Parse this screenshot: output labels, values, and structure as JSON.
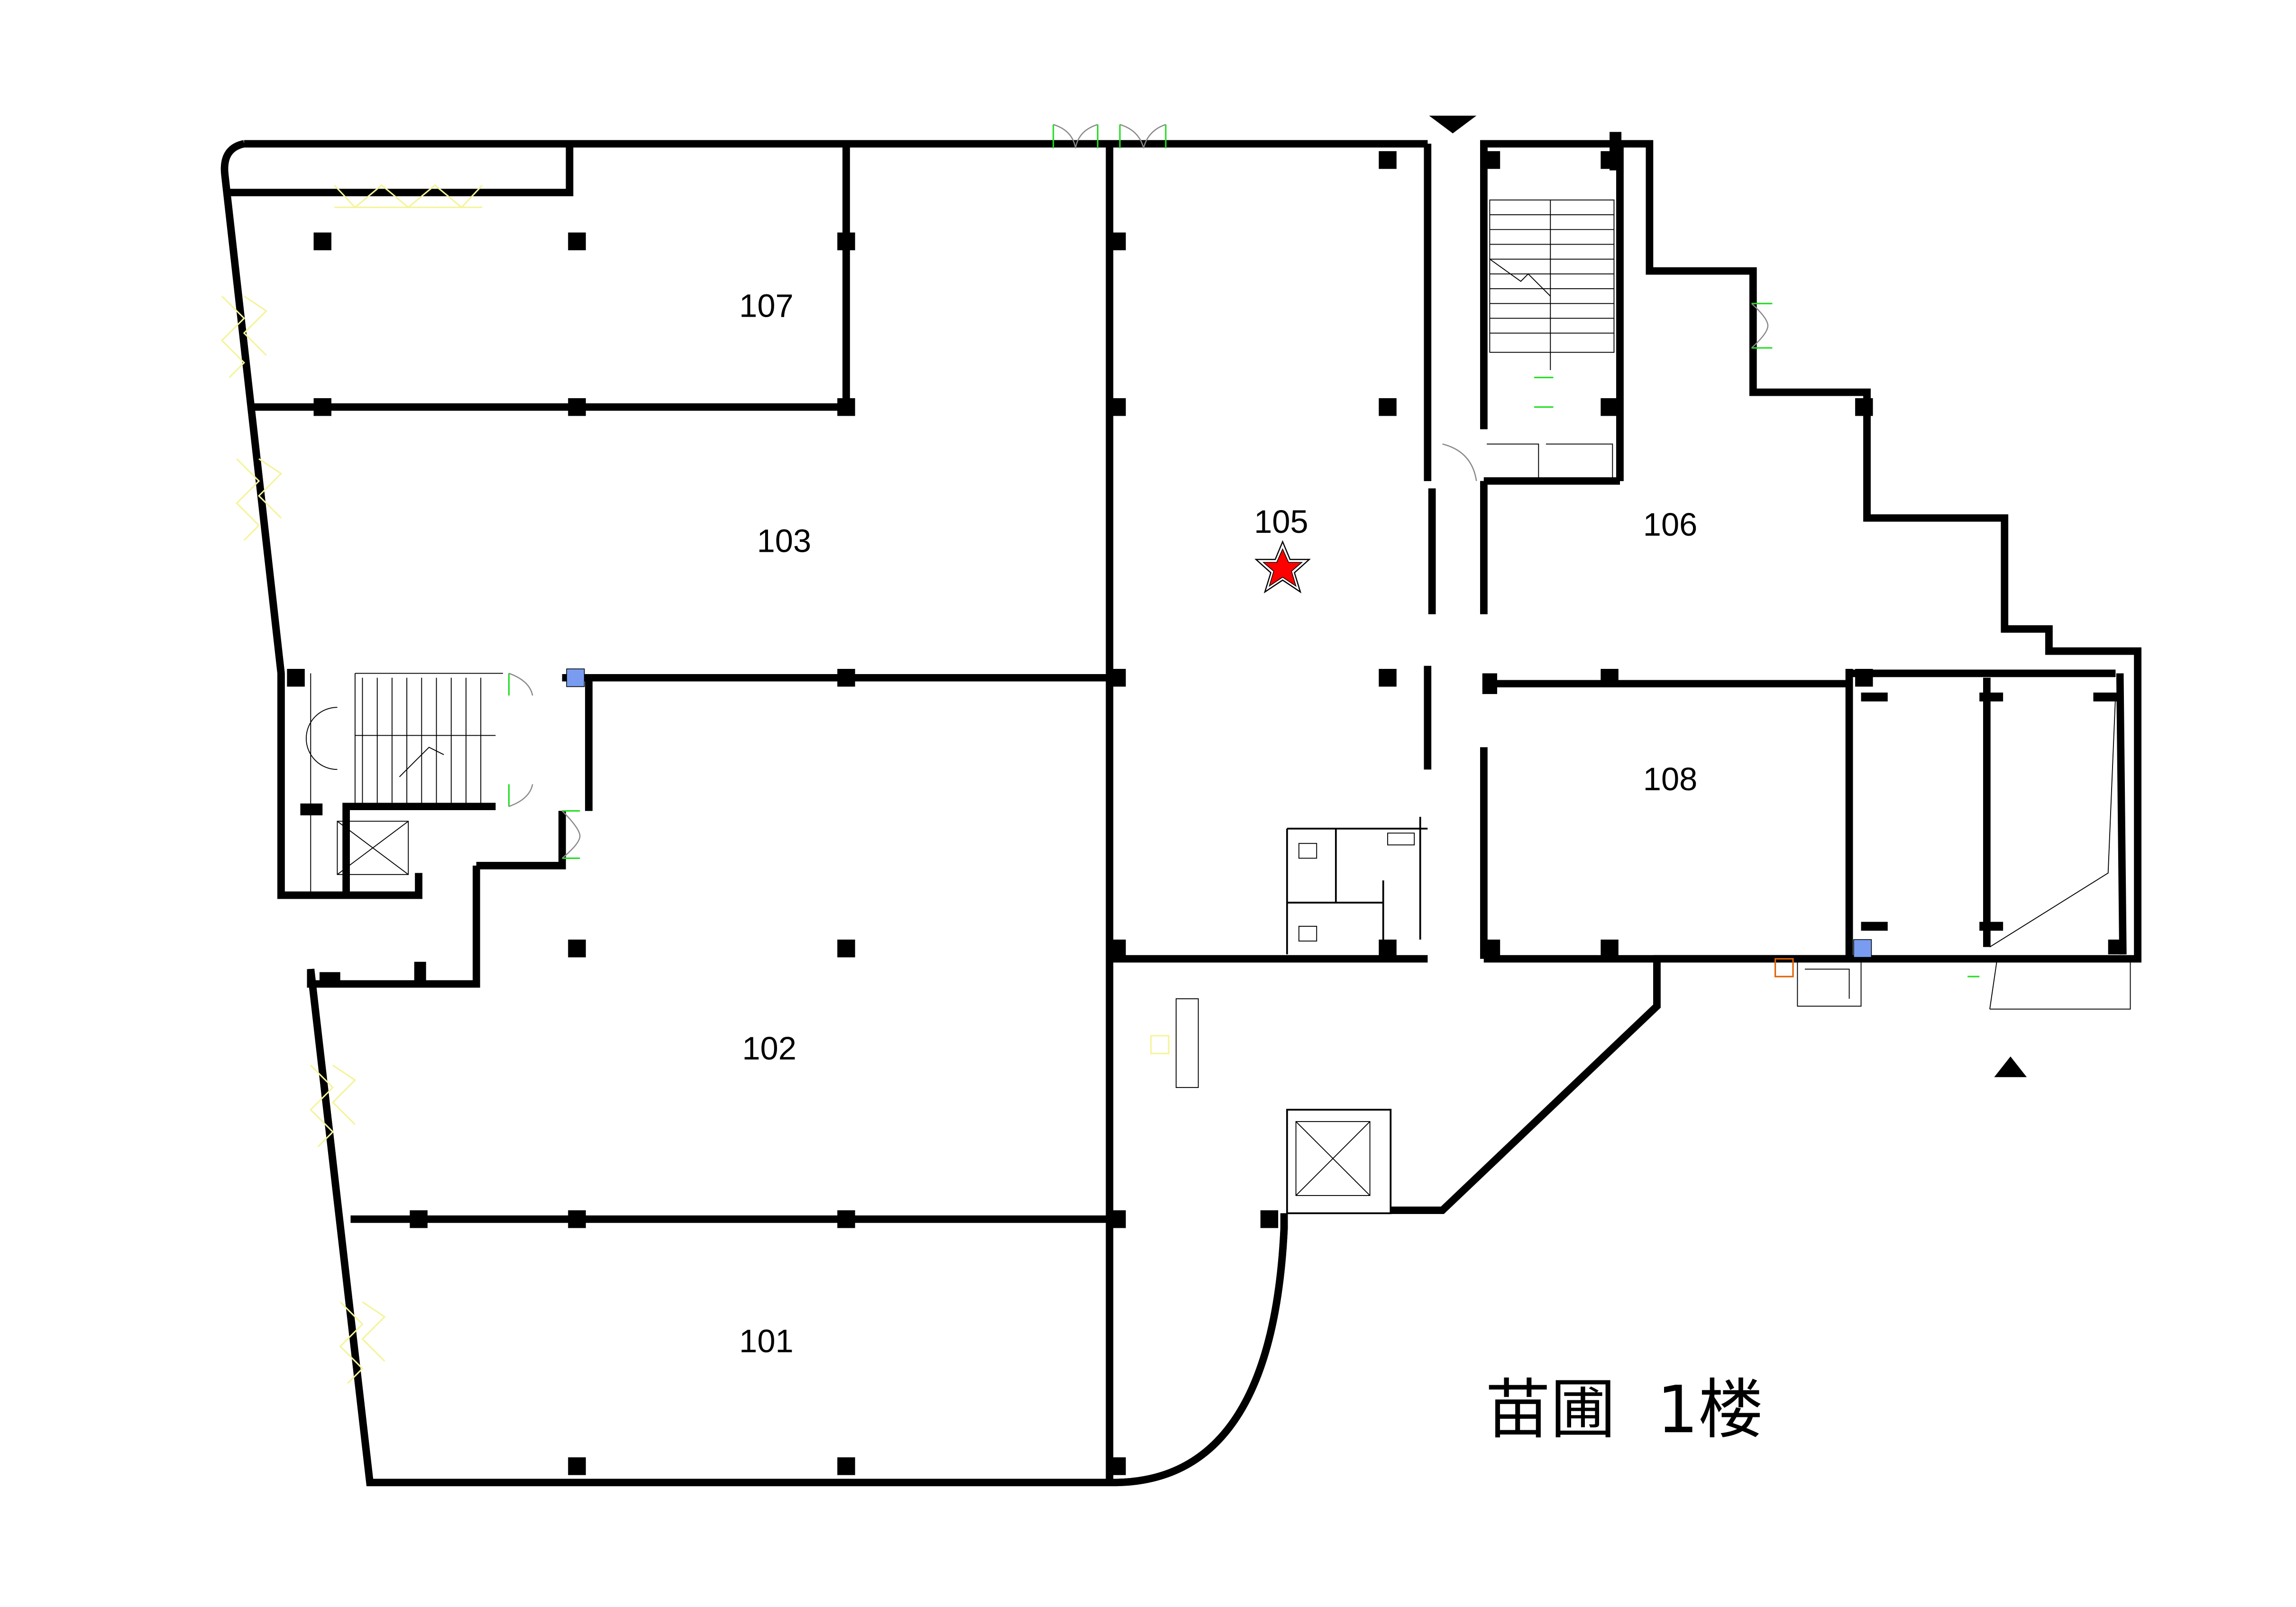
{
  "plan": {
    "title": "苗圃  1楼",
    "rooms": [
      {
        "id": "107",
        "label": "107"
      },
      {
        "id": "103",
        "label": "103"
      },
      {
        "id": "105",
        "label": "105"
      },
      {
        "id": "106",
        "label": "106"
      },
      {
        "id": "108",
        "label": "108"
      },
      {
        "id": "102",
        "label": "102"
      },
      {
        "id": "101",
        "label": "101"
      }
    ],
    "current_location_marker": {
      "room": "105",
      "icon": "star-icon"
    },
    "entrance_markers": [
      "triangle-down-icon",
      "triangle-up-icon"
    ]
  },
  "colors": {
    "wall": "#000000",
    "marker": "#ff0000",
    "door": "#22dd22",
    "window": "#f4f49a",
    "shaft": "#7a9cf0"
  }
}
